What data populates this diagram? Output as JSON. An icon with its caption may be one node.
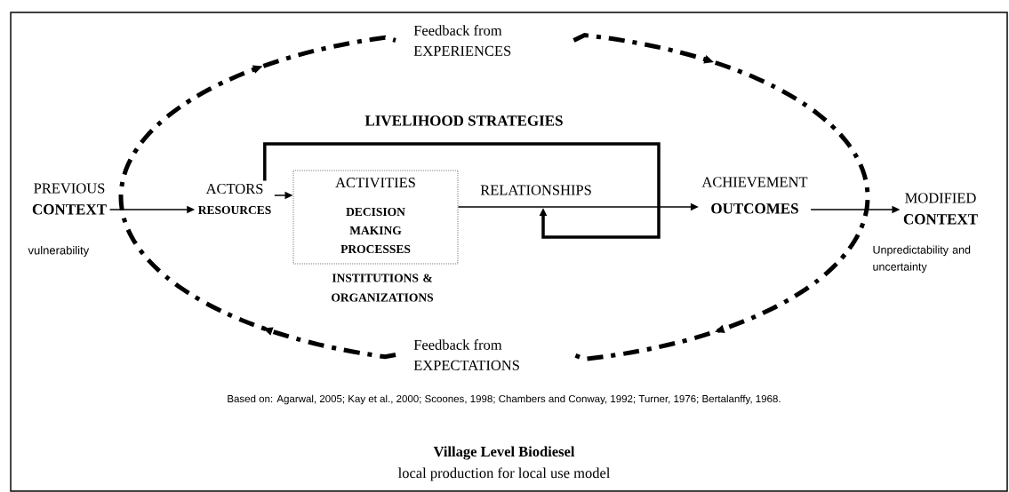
{
  "diagram": {
    "title": "Village Level Biodiesel",
    "caption": "local production for local use model",
    "nodes": [
      {
        "text": [
          "PREVIOUS",
          "CONTEXT"
        ],
        "beside": [
          "vulnerability"
        ]
      },
      {
        "text": [
          "ACTORS",
          "RESOURCES"
        ]
      },
      {
        "text": [
          "ACTIVITIES",
          "DECISION MAKING PROCESSES"
        ],
        "beside": [
          "INSTITUTIONS & ORGANIZATIONS"
        ]
      },
      {
        "text": [
          "ACHIEVEMENT",
          "OUTCOMES"
        ]
      },
      {
        "text": [
          "MODIFIED",
          "CONTEXT"
        ],
        "beside": [
          "Unpredictability and uncertainty"
        ]
      },
      {
        "text": [
          "Feedback from EXPERIENCES"
        ]
      },
      {
        "text": [
          "Feedback from EXPECTATIONS"
        ]
      }
    ],
    "edges": [
      {
        "from": 0,
        "to": 1,
        "arrow": "to"
      },
      {
        "from": 1,
        "to": 2,
        "arrow": "to"
      },
      {
        "from": 2,
        "to": 3,
        "arrow": "to",
        "label": "RELATIONSHIPS"
      },
      {
        "from": 3,
        "to": 4,
        "arrow": "to"
      },
      {
        "from": 1,
        "to": null,
        "arrow": "to",
        "label": "LIVELIHOOD STRATEGIES",
        "style": "thick"
      },
      {
        "from": 6,
        "to": 5,
        "arrow": "to",
        "style": "dashed"
      },
      {
        "from": 5,
        "to": 6,
        "arrow": "to",
        "style": "dashed"
      }
    ],
    "labels": [
      "Based on: Agarwal, 2005; Kay et al., 2000; Scoones, 1998; Chambers and Conway, 1992; Turner, 1976; Bertalanffy, 1968."
    ]
  }
}
